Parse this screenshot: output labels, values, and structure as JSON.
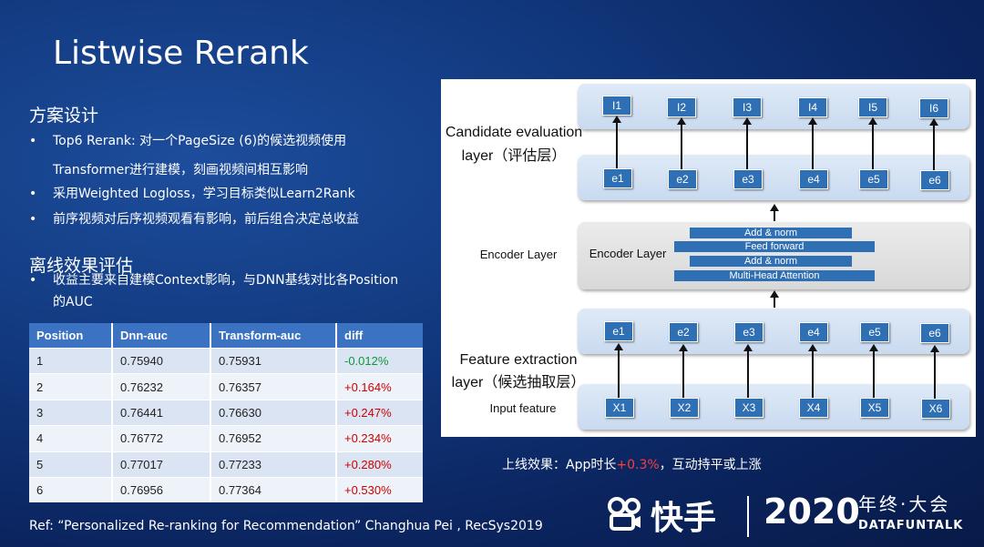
{
  "title": "Listwise Rerank",
  "scheme": {
    "heading": "方案设计",
    "bullets": [
      "Top6 Rerank: 对一个PageSize (6)的候选视频使用",
      "Transformer进行建模，刻画视频间相互影响",
      "采用Weighted Logloss，学习目标类似Learn2Rank",
      "前序视频对后序视频观看有影响，前后组合决定总收益"
    ]
  },
  "offline": {
    "heading": "离线效果评估",
    "bullet_line1": "收益主要来自建模Context影响，与DNN基线对比各Position",
    "bullet_line2": "的AUC"
  },
  "table": {
    "headers": [
      "Position",
      "Dnn-auc",
      "Transform-auc",
      "diff"
    ],
    "rows": [
      [
        "1",
        "0.75940",
        "0.75931",
        "-0.012%"
      ],
      [
        "2",
        "0.76232",
        "0.76357",
        "+0.164%"
      ],
      [
        "3",
        "0.76441",
        "0.76630",
        "+0.247%"
      ],
      [
        "4",
        "0.76772",
        "0.76952",
        "+0.234%"
      ],
      [
        "5",
        "0.77017",
        "0.77233",
        "+0.280%"
      ],
      [
        "6",
        "0.76956",
        "0.77364",
        "+0.530%"
      ]
    ]
  },
  "reference": "Ref: “Personalized Re-ranking for Recommendation” Changhua Pei , RecSys2019",
  "diagram": {
    "candidate_label_1": "Candidate evaluation",
    "candidate_label_2": "layer（评估层）",
    "encoder_label_left": "Encoder Layer",
    "encoder_label_inner": "Encoder Layer",
    "feature_label_1": "Feature extraction",
    "feature_label_2": "layer（候选抽取层）",
    "input_label": "Input feature",
    "outputs": [
      "I1",
      "I2",
      "I3",
      "I4",
      "I5",
      "I6"
    ],
    "embeds": [
      "e1",
      "e2",
      "e3",
      "e4",
      "e5",
      "e6"
    ],
    "inputs": [
      "X1",
      "X2",
      "X3",
      "X4",
      "X5",
      "X6"
    ],
    "encoder_bars": [
      "Add & norm",
      "Feed forward",
      "Add & norm",
      "Multi-Head Attention"
    ]
  },
  "online": {
    "prefix": "上线效果：App时长",
    "highlight": "+0.3%",
    "suffix": "，互动持平或上涨"
  },
  "footer": {
    "logo_text": "快手",
    "year": "2020",
    "event": "年终·大会",
    "brand": "DATAFUNTALK"
  }
}
